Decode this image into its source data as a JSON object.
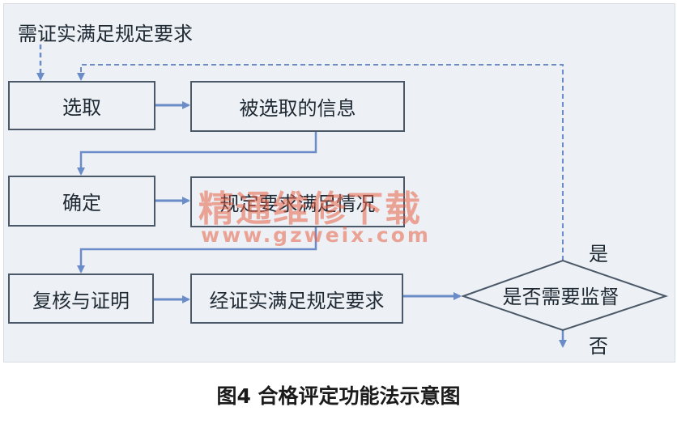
{
  "diagram": {
    "requirement_label": "需证实满足规定要求",
    "boxes": {
      "select": "选取",
      "selected_info": "被选取的信息",
      "determine": "确定",
      "requirement_status": "规定要求满足情况",
      "review_proof": "复核与证明",
      "verified": "经证实满足规定要求"
    },
    "decision": "是否需要监督",
    "yes_label": "是",
    "no_label": "否"
  },
  "watermark": {
    "text": "精通维修下载",
    "url": "www.gzweix.com"
  },
  "caption": "图4  合格评定功能法示意图",
  "colors": {
    "panel_bg": "#edf1f5",
    "box_border": "#4a5868",
    "arrow": "#6a8cc8",
    "watermark": "#e86046"
  }
}
